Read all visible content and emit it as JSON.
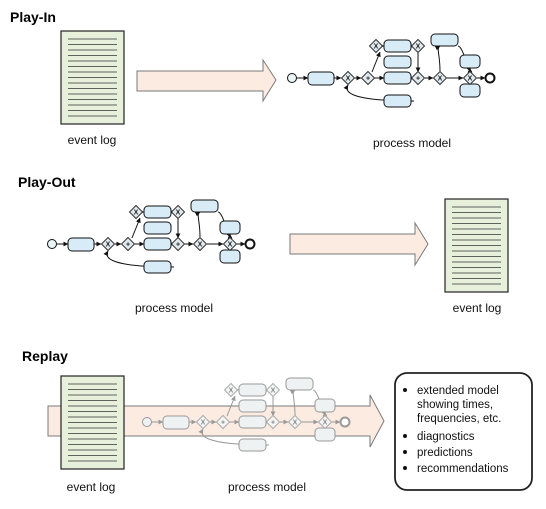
{
  "sections": [
    {
      "title": "Play-In",
      "captions": {
        "log": "event log",
        "model": "process model"
      }
    },
    {
      "title": "Play-Out",
      "captions": {
        "log": "event log",
        "model": "process model"
      }
    },
    {
      "title": "Replay",
      "captions": {
        "log": "event log",
        "model": "process model"
      }
    }
  ],
  "replay_results": [
    "extended model",
    "showing times,",
    "frequencies, etc.",
    "diagnostics",
    "predictions",
    "recommendations"
  ],
  "gateway_labels": {
    "xor": "X",
    "and": "+"
  },
  "colors": {
    "activity_fill": "#d8ecf7",
    "arrow_fill": "#fbebe1",
    "arrow_stroke": "#7a7a7a",
    "log_fill": "#e6f0db",
    "gateway_fill": "#dfe9ee",
    "faded": "#9a9a9a"
  }
}
